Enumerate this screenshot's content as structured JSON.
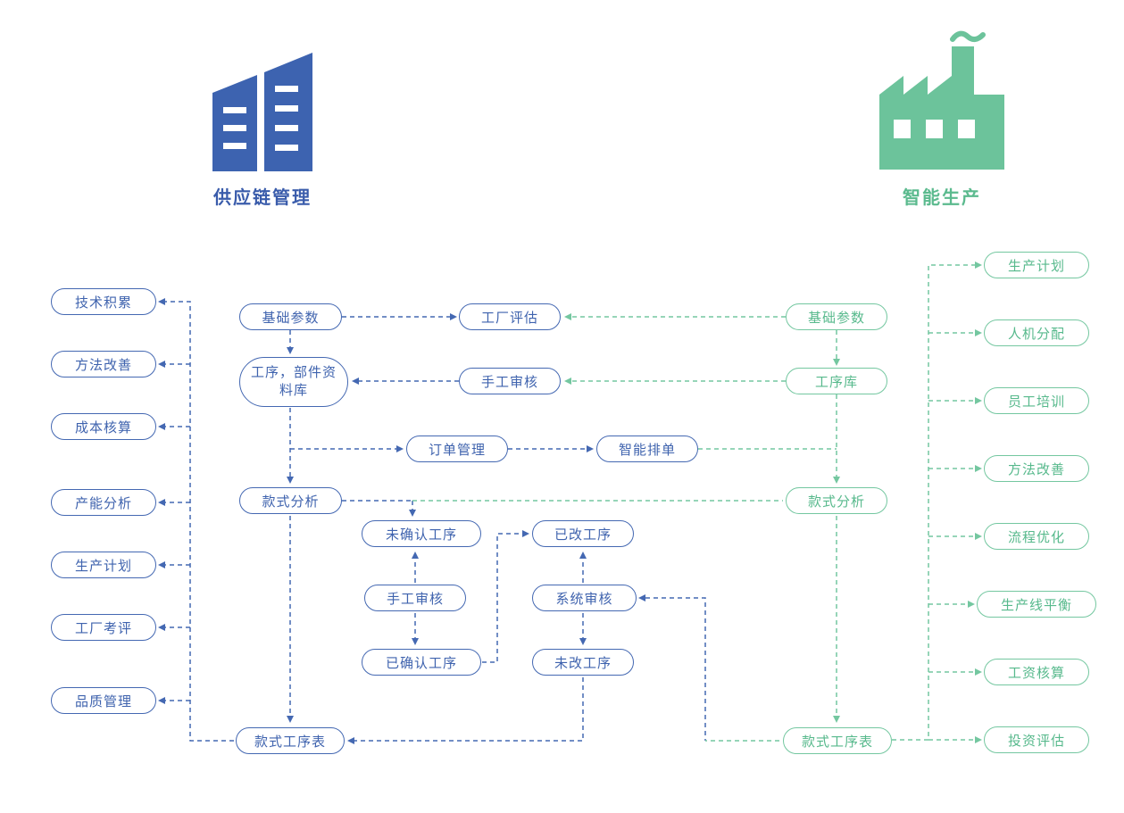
{
  "colors": {
    "blue": "#4468b2",
    "green": "#74c7a0"
  },
  "sections": {
    "supply": {
      "title": "供应链管理",
      "icon": "building-icon"
    },
    "production": {
      "title": "智能生产",
      "icon": "factory-icon"
    }
  },
  "left_column": {
    "items": [
      "技术积累",
      "方法改善",
      "成本核算",
      "产能分析",
      "生产计划",
      "工厂考评",
      "品质管理"
    ]
  },
  "supply_flow": {
    "base_params": "基础参数",
    "process_parts_db": "工序，部件资料库",
    "style_analysis": "款式分析",
    "style_process_table": "款式工序表"
  },
  "middle": {
    "factory_eval": "工厂评估",
    "manual_review_upper": "手工审核",
    "order_mgmt": "订单管理",
    "smart_scheduling": "智能排单",
    "unconfirmed_process": "未确认工序",
    "changed_process": "已改工序",
    "manual_review_mid": "手工审核",
    "system_review": "系统审核",
    "confirmed_process": "已确认工序",
    "unchanged_process": "未改工序"
  },
  "production_flow": {
    "base_params": "基础参数",
    "process_library": "工序库",
    "style_analysis": "款式分析",
    "style_process_table": "款式工序表"
  },
  "right_column": {
    "items": [
      "生产计划",
      "人机分配",
      "员工培训",
      "方法改善",
      "流程优化",
      "生产线平衡",
      "工资核算",
      "投资评估"
    ]
  },
  "edges": [
    "基础参数(供应链) → 工厂评估",
    "基础参数(供应链) → 工序，部件资料库",
    "手工审核(上) → 工序，部件资料库",
    "基础参数(智能生产) → 工厂评估",
    "基础参数(智能生产) → 工序库",
    "工序库 → 手工审核(上)",
    "工序，部件资料库 → 款式分析(供应链)",
    "工序，部件资料库 → 订单管理",
    "订单管理 → 智能排单",
    "智能排单 → 款式分析(智能生产)",
    "款式分析 → 未确认工序",
    "手工审核(中) → 未确认工序",
    "手工审核(中) → 已确认工序",
    "系统审核 → 已改工序",
    "系统审核 → 未改工序",
    "已确认工序 → 已改工序",
    "款式工序表(智能生产) → 系统审核",
    "未改工序 → 款式工序表(供应链)",
    "款式分析(供应链) → 款式工序表(供应链)",
    "款式分析(智能生产) → 款式工序表(智能生产)",
    "款式工序表(供应链) → 左侧指标列",
    "款式工序表(智能生产) → 右侧指标列"
  ]
}
